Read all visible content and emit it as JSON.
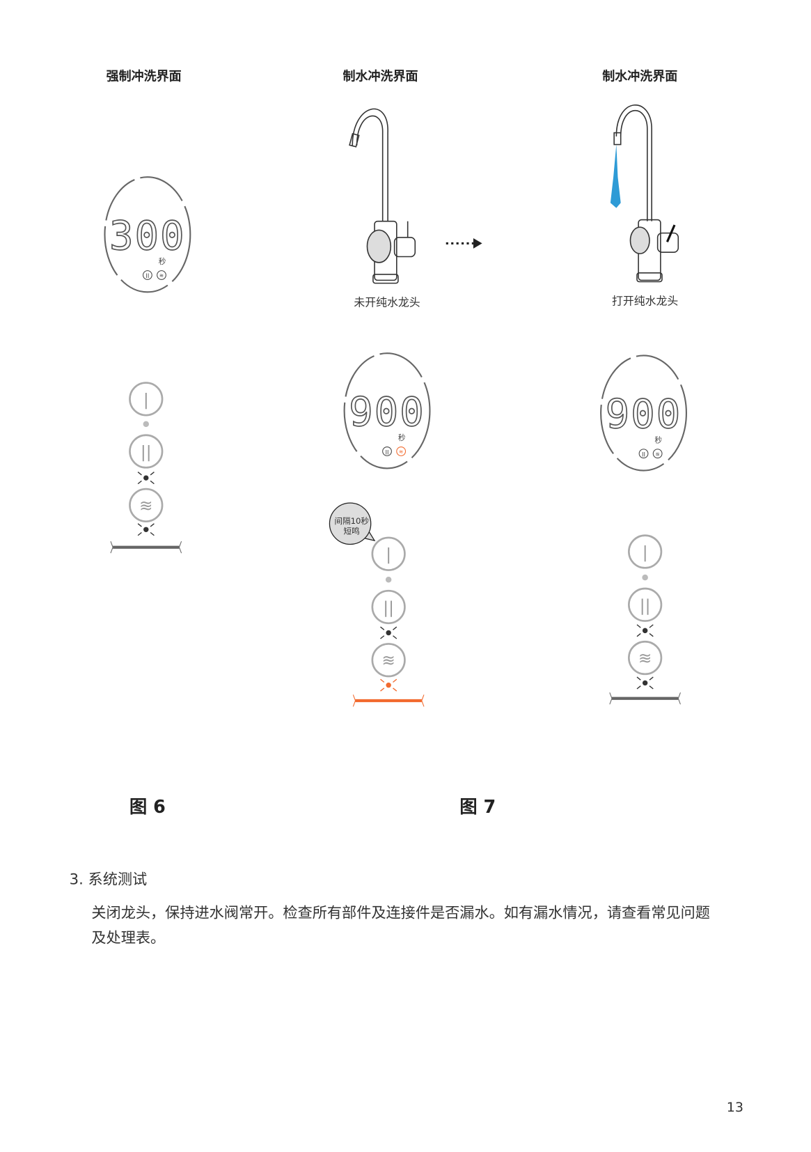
{
  "headings": [
    "强制冲洗界面",
    "制水冲洗界面",
    "制水冲洗界面"
  ],
  "faucet_captions": [
    "未开纯水龙头",
    "打开纯水龙头"
  ],
  "displays": [
    {
      "value": "300",
      "unit": "秒"
    },
    {
      "value": "900",
      "unit": "秒"
    },
    {
      "value": "900",
      "unit": "秒"
    }
  ],
  "bubble": {
    "line1": "间隔10秒",
    "line2": "短鸣"
  },
  "figures": [
    "图 6",
    "图 7"
  ],
  "section": {
    "title": "3. 系统测试",
    "lines": [
      "关闭龙头，保持进水阀常开。检查所有部件及连接件是否漏水。如有漏水情况，请查看常见问题",
      "及处理表。"
    ]
  },
  "page_number": "13",
  "colors": {
    "accent": "#f26a2e",
    "water": "#2e9bd6",
    "gray": "#777777"
  }
}
